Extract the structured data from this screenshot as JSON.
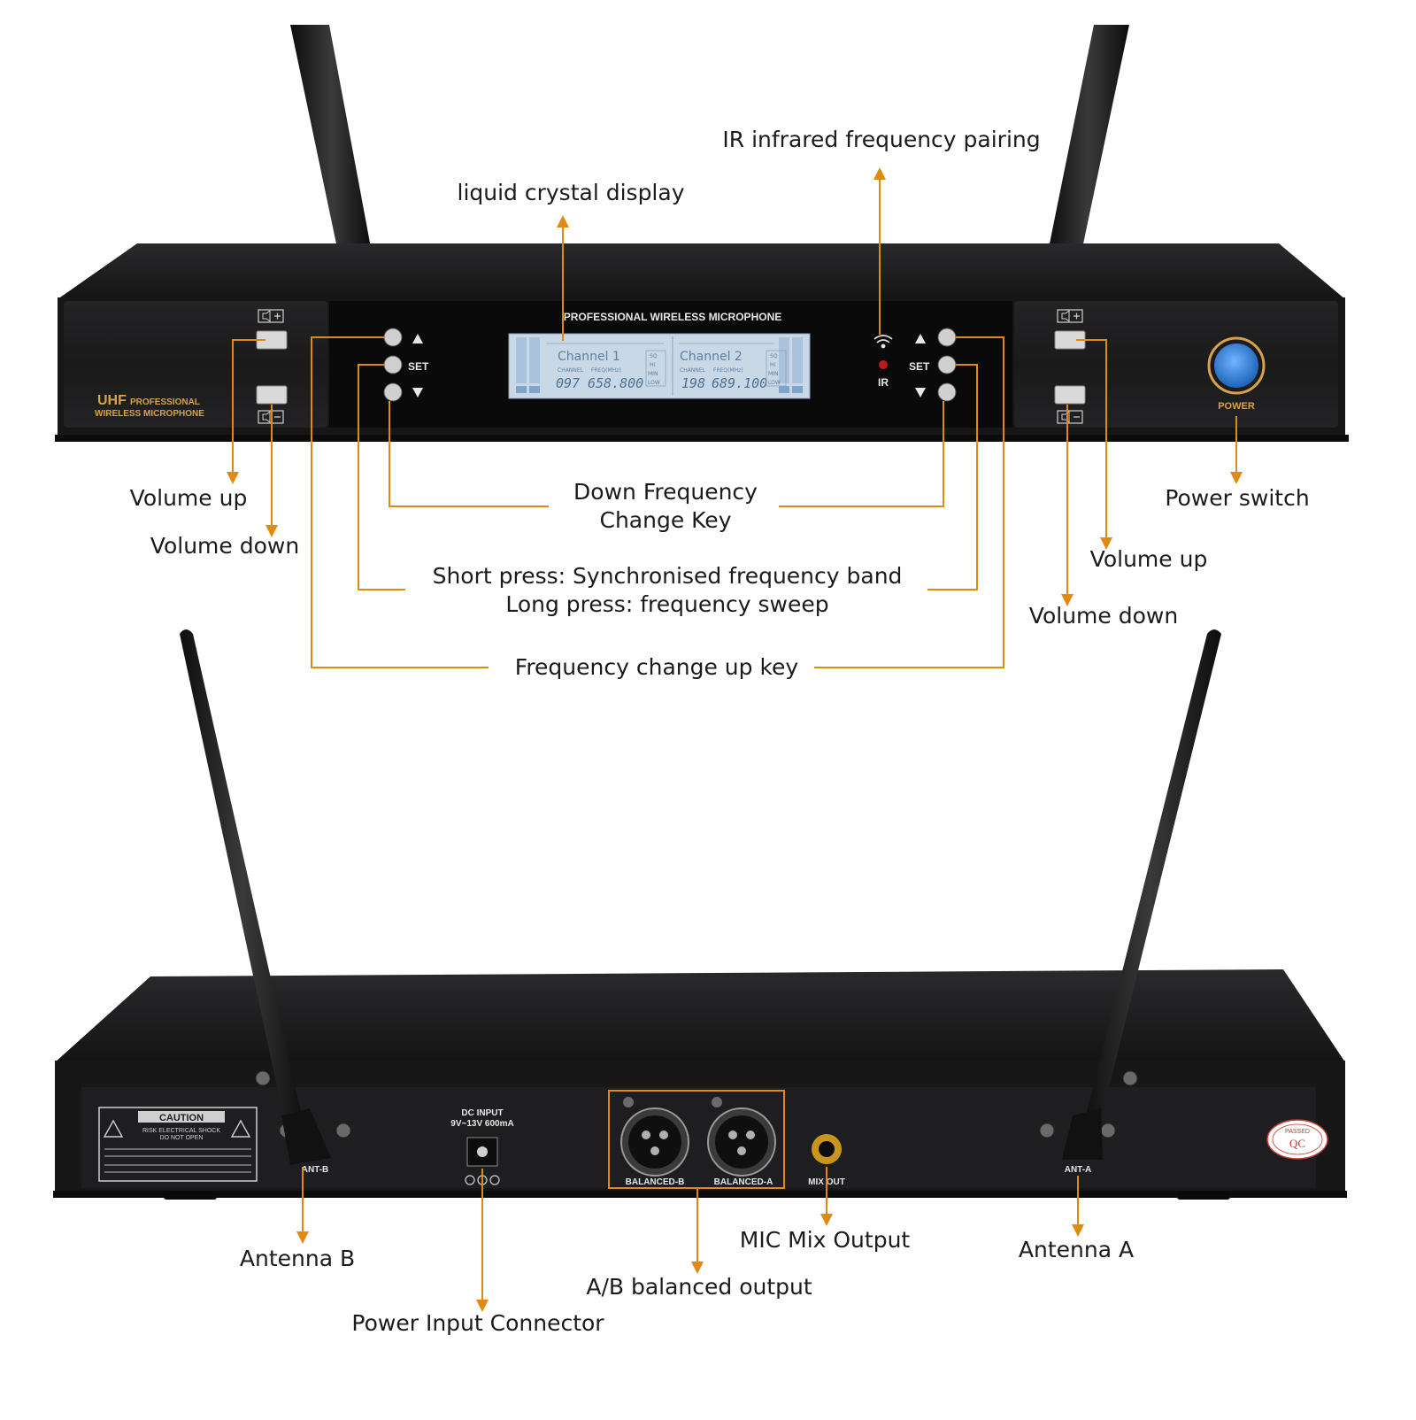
{
  "front_panel": {
    "header": "PROFESSIONAL WIRELESS MICROPHONE",
    "brand_main": "UHF",
    "brand_suffix": "PROFESSIONAL",
    "brand_sub": "WIRELESS MICROPHONE",
    "set_label": "SET",
    "ir_label": "IR",
    "power_label": "POWER",
    "lcd": {
      "channel1": {
        "name": "Channel 1",
        "ch_caption": "CHANNEL",
        "freq_caption": "FREQ(MHz)",
        "channel": "097",
        "freq": "658.800"
      },
      "channel2": {
        "name": "Channel 2",
        "ch_caption": "CHANNEL",
        "freq_caption": "FREQ(MHz)",
        "channel": "198",
        "freq": "689.100"
      },
      "indicators": [
        "SQ",
        "HI",
        "MIN",
        "LOW"
      ]
    }
  },
  "rear_panel": {
    "caution_title": "CAUTION",
    "caution_sub1": "RISK ELECTRICAL SHOCK",
    "caution_sub2": "DO NOT OPEN",
    "dc_input": "DC INPUT",
    "dc_spec": "9V~13V 600mA",
    "balanced_b": "BALANCED-B",
    "balanced_a": "BALANCED-A",
    "mix_out": "MIX OUT",
    "ant_b": "ANT-B",
    "ant_a": "ANT-A",
    "qc_ring": "PASSED",
    "qc_mark": "QC"
  },
  "callouts": {
    "ir_pairing": "IR infrared frequency pairing",
    "lcd": "liquid crystal display",
    "volume_up_left": "Volume up",
    "volume_down_left": "Volume down",
    "down_freq_1": "Down Frequency",
    "down_freq_2": "Change Key",
    "power_switch": "Power switch",
    "volume_up_right": "Volume up",
    "volume_down_right": "Volume down",
    "set_short": "Short press: Synchronised frequency band",
    "set_long": "Long press: frequency sweep",
    "freq_up": "Frequency change up key",
    "antenna_b": "Antenna B",
    "power_input": "Power Input Connector",
    "balanced_output": "A/B balanced output",
    "mic_mix": "MIC Mix Output",
    "antenna_a": "Antenna A"
  },
  "colors": {
    "callout_line": "#e08a12",
    "chassis": "#1c1c1e",
    "lcd_bg": "#c9d8e6",
    "lcd_text": "#5f7f9f",
    "power_button": "#2f7fd6"
  }
}
